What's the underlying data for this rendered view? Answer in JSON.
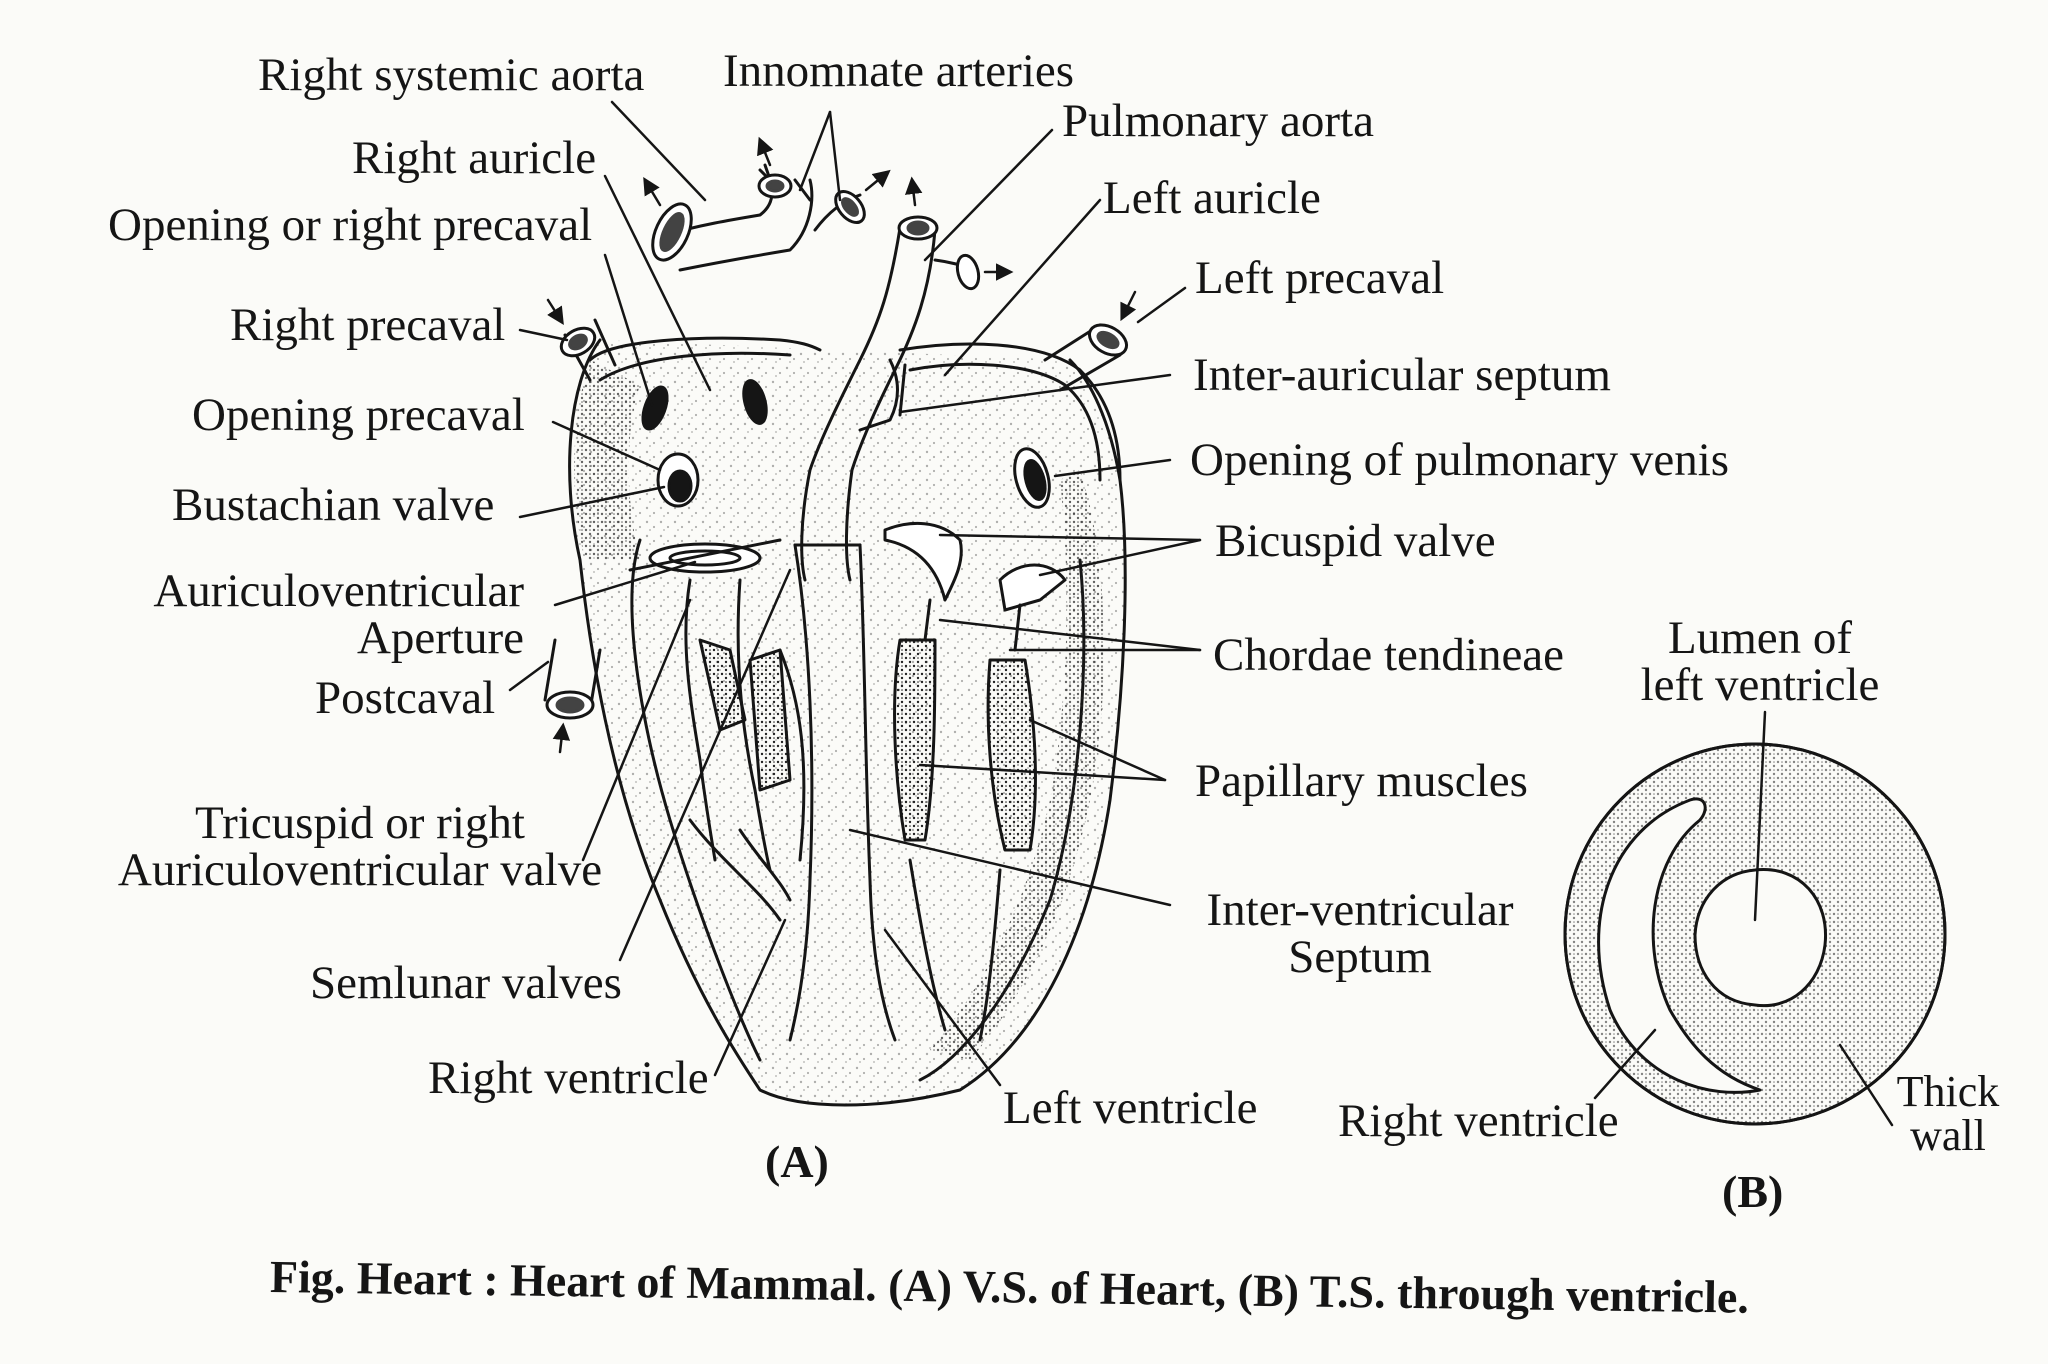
{
  "panel_a": {
    "id": "(A)",
    "labels": {
      "right_systemic_aorta": "Right systemic aorta",
      "innominate_arteries": "Innomnate arteries",
      "pulmonary_aorta": "Pulmonary aorta",
      "right_auricle": "Right auricle",
      "left_auricle": "Left auricle",
      "opening_right_precaval": "Opening or right precaval",
      "left_precaval": "Left precaval",
      "right_precaval": "Right precaval",
      "inter_auricular_septum": "Inter-auricular septum",
      "opening_precaval": "Opening precaval",
      "opening_pulmonary_venis": "Opening of pulmonary venis",
      "bustachian_valve": "Bustachian valve",
      "bicuspid_valve": "Bicuspid valve",
      "auriculoventricular_1": "Auriculoventricular",
      "auriculoventricular_2": "Aperture",
      "chordae_tendineae": "Chordae tendineae",
      "postcaval": "Postcaval",
      "papillary_muscles": "Papillary muscles",
      "tricuspid_1": "Tricuspid or right",
      "tricuspid_2": "Auriculoventricular valve",
      "inter_ventricular_1": "Inter-ventricular",
      "inter_ventricular_2": "Septum",
      "semilunar_valves": "Semlunar valves",
      "right_ventricle": "Right ventricle",
      "left_ventricle": "Left ventricle"
    }
  },
  "panel_b": {
    "id": "(B)",
    "labels": {
      "lumen_1": "Lumen of",
      "lumen_2": "left ventricle",
      "right_ventricle": "Right ventricle",
      "thick_1": "Thick",
      "thick_2": "wall"
    }
  },
  "caption": "Fig. Heart : Heart of Mammal. (A) V.S. of Heart, (B) T.S. through ventricle.",
  "colors": {
    "ink": "#151515",
    "paper": "#fbfbf8"
  }
}
